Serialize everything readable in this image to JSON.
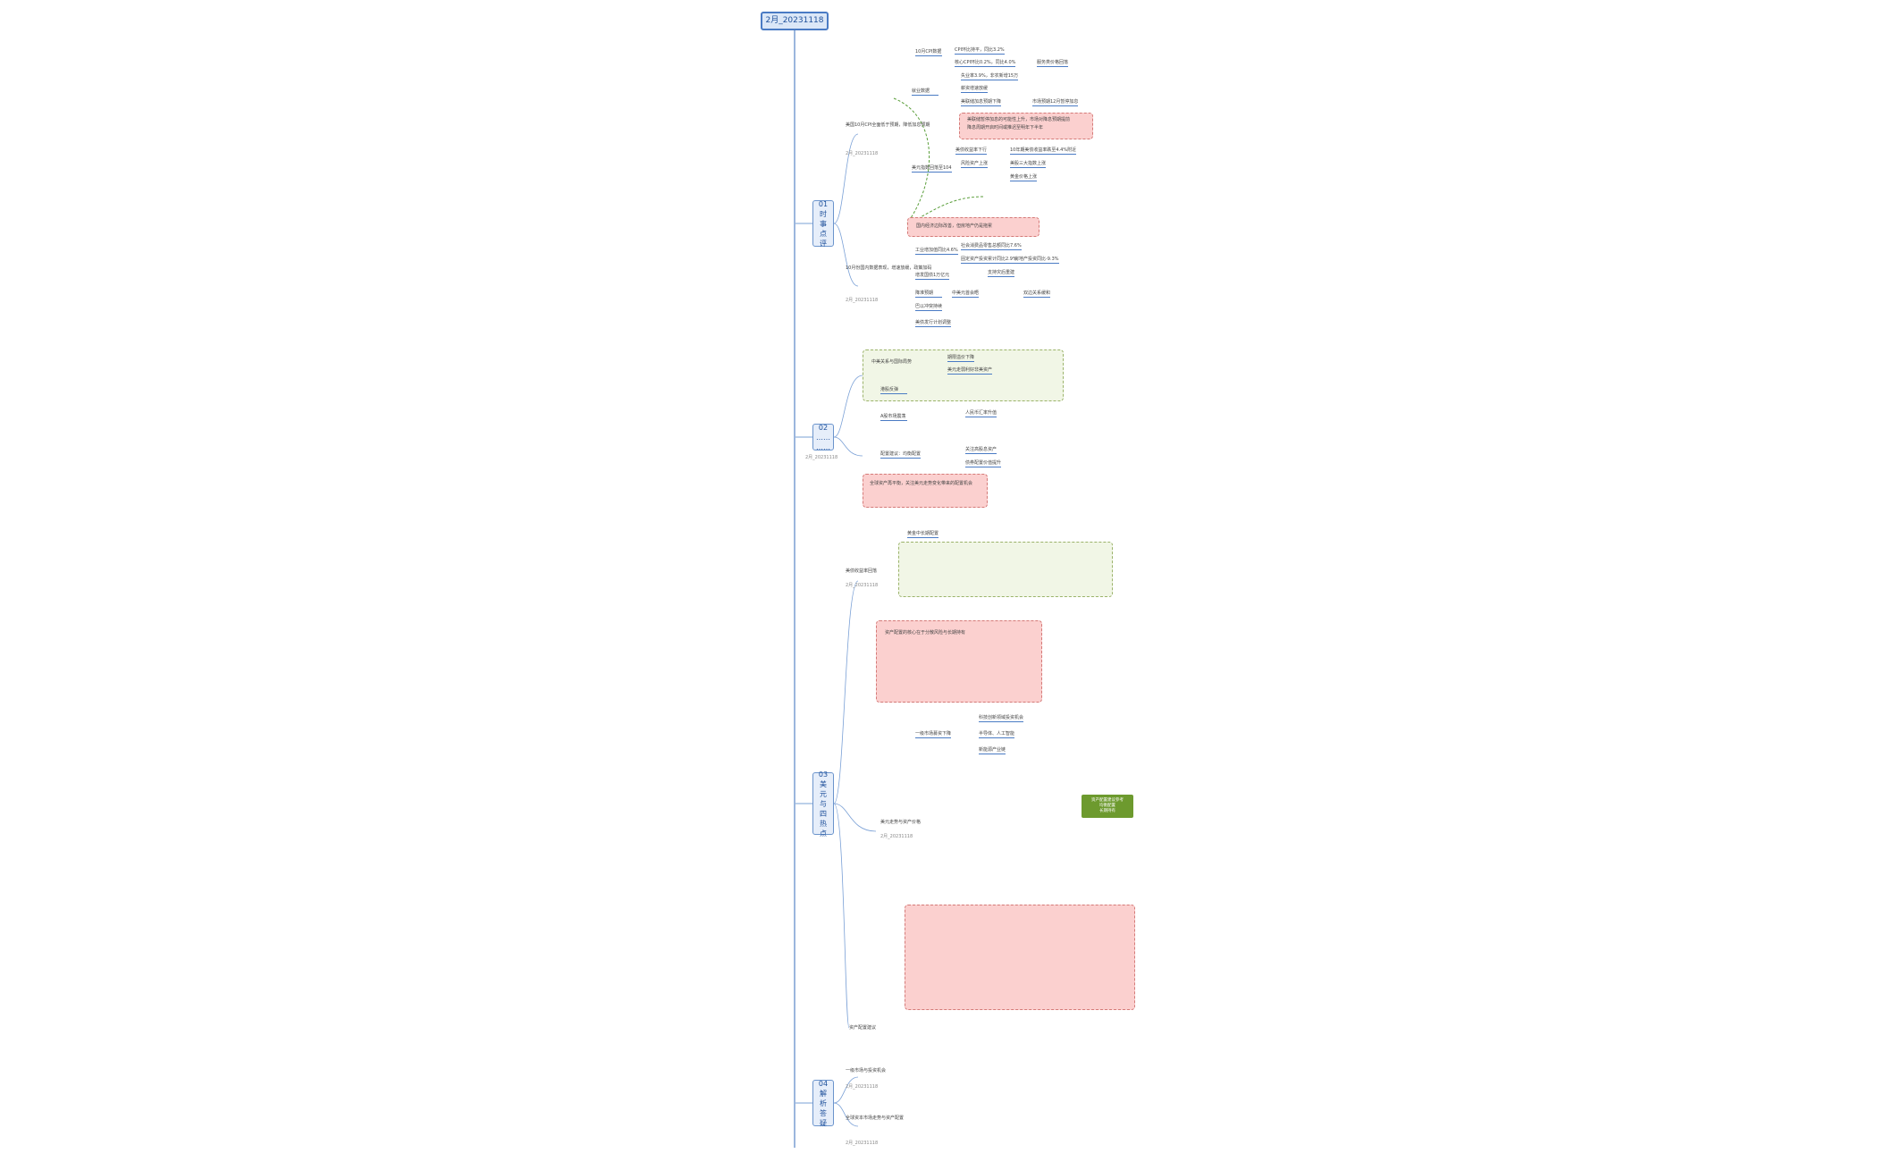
{
  "root": {
    "title": "2月_20231118"
  },
  "sections": [
    {
      "id": "s1",
      "lines": [
        "01",
        "时",
        "事",
        "点",
        "评"
      ]
    },
    {
      "id": "s2",
      "lines": [
        "02",
        "……",
        "……"
      ]
    },
    {
      "id": "s3",
      "lines": [
        "03",
        "美",
        "元",
        "与",
        "四",
        "热",
        "点"
      ]
    },
    {
      "id": "s4",
      "lines": [
        "04",
        "解",
        "析",
        "答",
        "疑"
      ]
    }
  ],
  "branches": {
    "b1": "美国10月CPI全面低于预期，降低加息预期",
    "b1_date": "2月_20231118",
    "b2": "10月份国内数据表现，增速放缓，政策加码",
    "b2_date": "2月_20231118",
    "b3": "中美关系与国际局势",
    "b3_date": "2月_20231118",
    "b4": "美债收益率回落",
    "b4_date": "2月_20231118",
    "b5": "美元走势与资产价格",
    "b5_date": "2月_20231118",
    "b6": "资产配置建议",
    "b7": "一级市场与投资机会",
    "b7_date": "2月_20231118",
    "b8": "全球资本市场走势与资产配置",
    "b8_date": "2月_20231118"
  },
  "leaves": {
    "l1": "10月CPI数据",
    "l2": "CPI环比持平，同比3.2%",
    "l3": "核心CPI环比0.2%，同比4.0%",
    "l4": "服务类价格回落",
    "l5": "就业数据",
    "l6": "失业率3.9%，非农新增15万",
    "l7": "薪资增速放缓",
    "l8": "美联储加息预期下降",
    "l9": "市场预期12月暂停加息",
    "l10": "美债收益率下行",
    "l11": "10年期美债收益率跌至4.4%附近",
    "l12": "美元指数回落至104",
    "l13": "风险资产上涨",
    "l14": "美股三大指数上涨",
    "l15": "黄金价格上涨",
    "l16": "工业增加值同比4.6%",
    "l17": "社会消费品零售总额同比7.6%",
    "l18": "固定资产投资累计同比2.9%",
    "l19": "房地产投资同比-9.3%",
    "l20": "增发国债1万亿元",
    "l21": "支持灾后重建",
    "l22": "降准预期",
    "l23": "中美元首会晤",
    "l24": "双边关系缓和",
    "l25": "巴以冲突持续",
    "l26": "美债发行计划调整",
    "l27": "期限溢价下降",
    "l28": "美元走弱利好非美资产",
    "l29": "港股反弹",
    "l30": "A股市场震荡",
    "l31": "人民币汇率升值",
    "l32": "配置建议：均衡配置",
    "l33": "关注高股息资产",
    "l34": "债券配置价值提升",
    "l35": "黄金中长期配置",
    "l36": "一级市场募资下降",
    "l37": "科技创新领域投资机会",
    "l38": "半导体、人工智能",
    "l39": "新能源产业链"
  },
  "callouts": {
    "c1": "美联储暂停加息的可能性上升，市场对降息预期提前",
    "c2": "降息周期开启时间或推迟至明年下半年",
    "c3": "国内经济边际改善，但房地产仍是拖累",
    "c4": "全球资产再平衡，关注美元走势变化带来的配置机会",
    "c5": "资产配置的核心在于分散风险与长期持有"
  },
  "green_label": [
    "资产配置建议参考",
    "均衡配置",
    "长期持有"
  ],
  "colors": {
    "accent": "#4a7bc4",
    "callout_red": "#fbd0cf",
    "callout_green": "#f1f6e6",
    "tag_green": "#6d9a2e"
  }
}
